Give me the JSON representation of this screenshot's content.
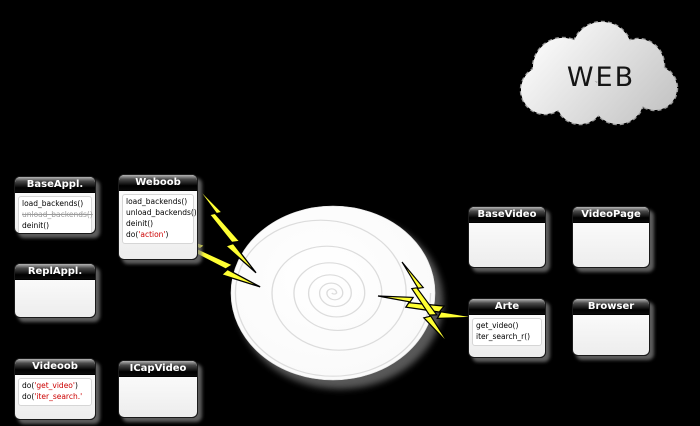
{
  "cloud": {
    "label": "WEB"
  },
  "colors": {
    "background": "#000000",
    "method_highlight": "#cc0000",
    "lightning": "#ffff33",
    "box_title_bg": "#000000",
    "box_body_bg": "#ffffff"
  },
  "shapes": {
    "spiral": "spiral-vortex",
    "lightning": "lightning-bolt",
    "cloud": "cloud"
  },
  "boxes": {
    "base_appl": {
      "title": "BaseAppl.",
      "methods": [
        {
          "text": "load_backends()"
        },
        {
          "text": "unload_backends()"
        },
        {
          "text": "deinit()"
        }
      ]
    },
    "weboob": {
      "title": "Weboob",
      "methods": [
        {
          "text": "load_backends()"
        },
        {
          "text": "unload_backends()"
        },
        {
          "text": "deinit()"
        },
        {
          "prefix": "do(",
          "highlight": "'action'",
          "suffix": ")"
        }
      ]
    },
    "repl_appl": {
      "title": "ReplAppl."
    },
    "videoob": {
      "title": "Videoob",
      "methods": [
        {
          "prefix": "do(",
          "highlight": "'get_video'",
          "suffix": ")"
        },
        {
          "prefix": "do(",
          "highlight": "'iter_search.'",
          "suffix": ""
        }
      ]
    },
    "icap_video": {
      "title": "ICapVideo"
    },
    "base_video": {
      "title": "BaseVideo"
    },
    "video_page": {
      "title": "VideoPage"
    },
    "arte": {
      "title": "Arte",
      "methods": [
        {
          "text": "get_video()"
        },
        {
          "text": "iter_search_r()"
        }
      ]
    },
    "browser": {
      "title": "Browser"
    }
  }
}
